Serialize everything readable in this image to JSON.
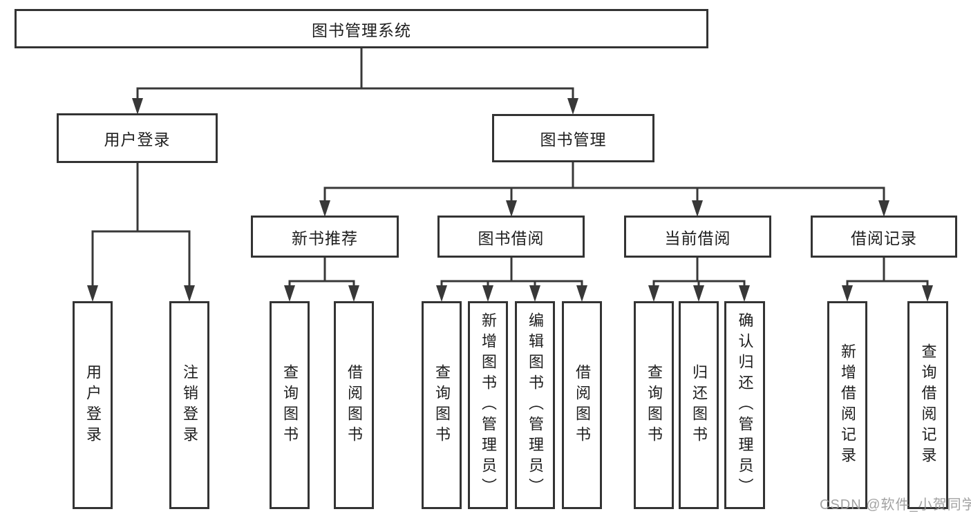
{
  "tree": {
    "root": {
      "label": "图书管理系统"
    },
    "children": [
      {
        "label": "用户登录",
        "children": [
          {
            "label": "用户登录"
          },
          {
            "label": "注销登录"
          }
        ]
      },
      {
        "label": "图书管理",
        "children": [
          {
            "label": "新书推荐",
            "children": [
              {
                "label": "查询图书"
              },
              {
                "label": "借阅图书"
              }
            ]
          },
          {
            "label": "图书借阅",
            "children": [
              {
                "label": "查询图书"
              },
              {
                "label": "新增图书（管理员）"
              },
              {
                "label": "编辑图书（管理员）"
              },
              {
                "label": "借阅图书"
              }
            ]
          },
          {
            "label": "当前借阅",
            "children": [
              {
                "label": "查询图书"
              },
              {
                "label": "归还图书"
              },
              {
                "label": "确认归还（管理员）"
              }
            ]
          },
          {
            "label": "借阅记录",
            "children": [
              {
                "label": "新增借阅记录"
              },
              {
                "label": "查询借阅记录"
              }
            ]
          }
        ]
      }
    ]
  },
  "watermark": {
    "text": "CSDN @软件_小贺同学"
  },
  "colors": {
    "line": "#383838",
    "box_border": "#333333",
    "text": "#1e1e1e",
    "watermark": "#989898",
    "background": "#ffffff"
  }
}
